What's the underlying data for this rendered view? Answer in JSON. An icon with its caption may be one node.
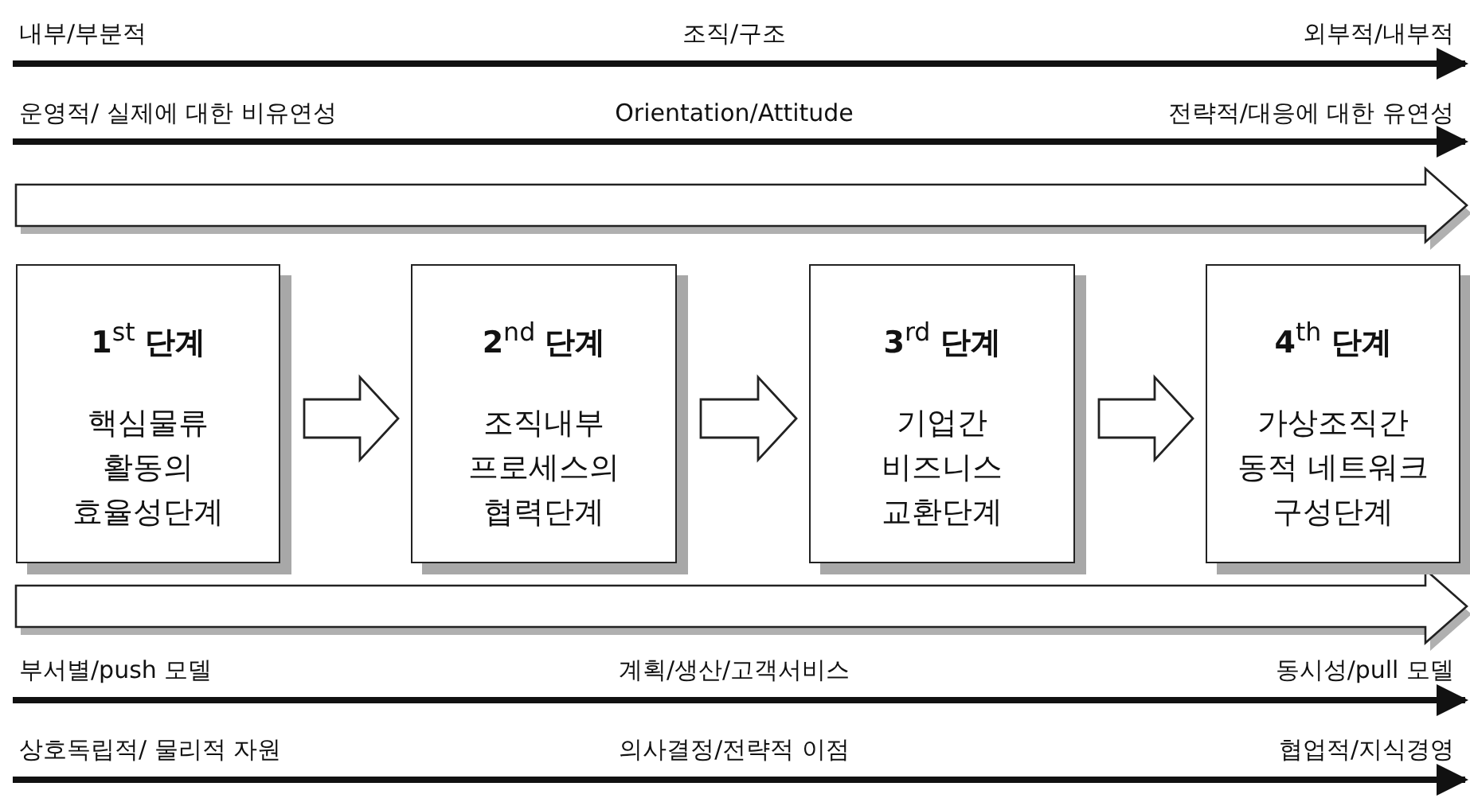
{
  "diagram": {
    "nodes": [
      {
        "text": [
          "**1**$^{st}$ **단계**",
          "핵심물류 활동의 효율성단계"
        ]
      },
      {
        "text": [
          "**2**$^{nd}$ **단계**",
          "조직내부 프로세스의 협력단계"
        ]
      },
      {
        "text": [
          "**3**$^{rd}$ **단계**",
          "기업간 비즈니스 교환단계"
        ]
      },
      {
        "text": [
          "**4**$^{th}$ **단계**",
          "가상조직간 동적 네트워크 구성단계"
        ]
      }
    ],
    "edges": [
      {
        "from": 0,
        "to": 1,
        "arrow": "to"
      },
      {
        "from": 1,
        "to": 2,
        "arrow": "to"
      },
      {
        "from": 2,
        "to": 3,
        "arrow": "to"
      }
    ],
    "labels": [
      "내부/부분적",
      "조직/구조",
      "외부적/내부적",
      "운영적/ 실제에 대한 비유연성",
      "Orientation/Attitude",
      "전략적/대응에 대한 유연성",
      "부서별/push 모델",
      "계획/생산/고객서비스",
      "동시성/pull 모델",
      "상호독립적/ 물리적 자원",
      "의사결정/전략적 이점",
      "협업적/지식경영"
    ]
  }
}
